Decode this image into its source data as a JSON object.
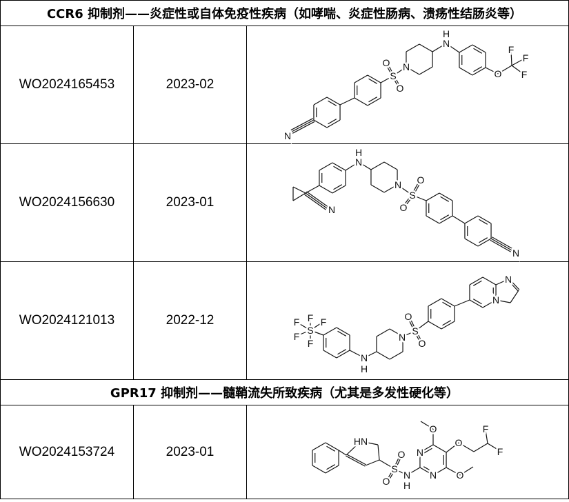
{
  "sections": [
    {
      "title": "CCR6 抑制剂——炎症性或自体免疫性疾病（如哮喘、炎症性肠病、溃疡性结肠炎等）",
      "rows": [
        {
          "patent": "WO2024165453",
          "date": "2023-02",
          "atoms": [
            "N",
            "S",
            "O",
            "O",
            "N",
            "N",
            "H",
            "O",
            "F",
            "F",
            "F"
          ]
        },
        {
          "patent": "WO2024156630",
          "date": "2023-01",
          "atoms": [
            "N",
            "N",
            "H",
            "N",
            "S",
            "O",
            "O",
            "N"
          ]
        },
        {
          "patent": "WO2024121013",
          "date": "2022-12",
          "atoms": [
            "S",
            "F",
            "F",
            "F",
            "F",
            "F",
            "N",
            "H",
            "N",
            "S",
            "O",
            "O",
            "N",
            "N"
          ]
        }
      ]
    },
    {
      "title": "GPR17 抑制剂——髓鞘流失所致疾病（尤其是多发性硬化等）",
      "rows": [
        {
          "patent": "WO2024153724",
          "date": "2023-01",
          "atoms": [
            "HN",
            "S",
            "O",
            "O",
            "N",
            "H",
            "N",
            "N",
            "O",
            "O",
            "O",
            "F",
            "F"
          ]
        }
      ]
    }
  ]
}
